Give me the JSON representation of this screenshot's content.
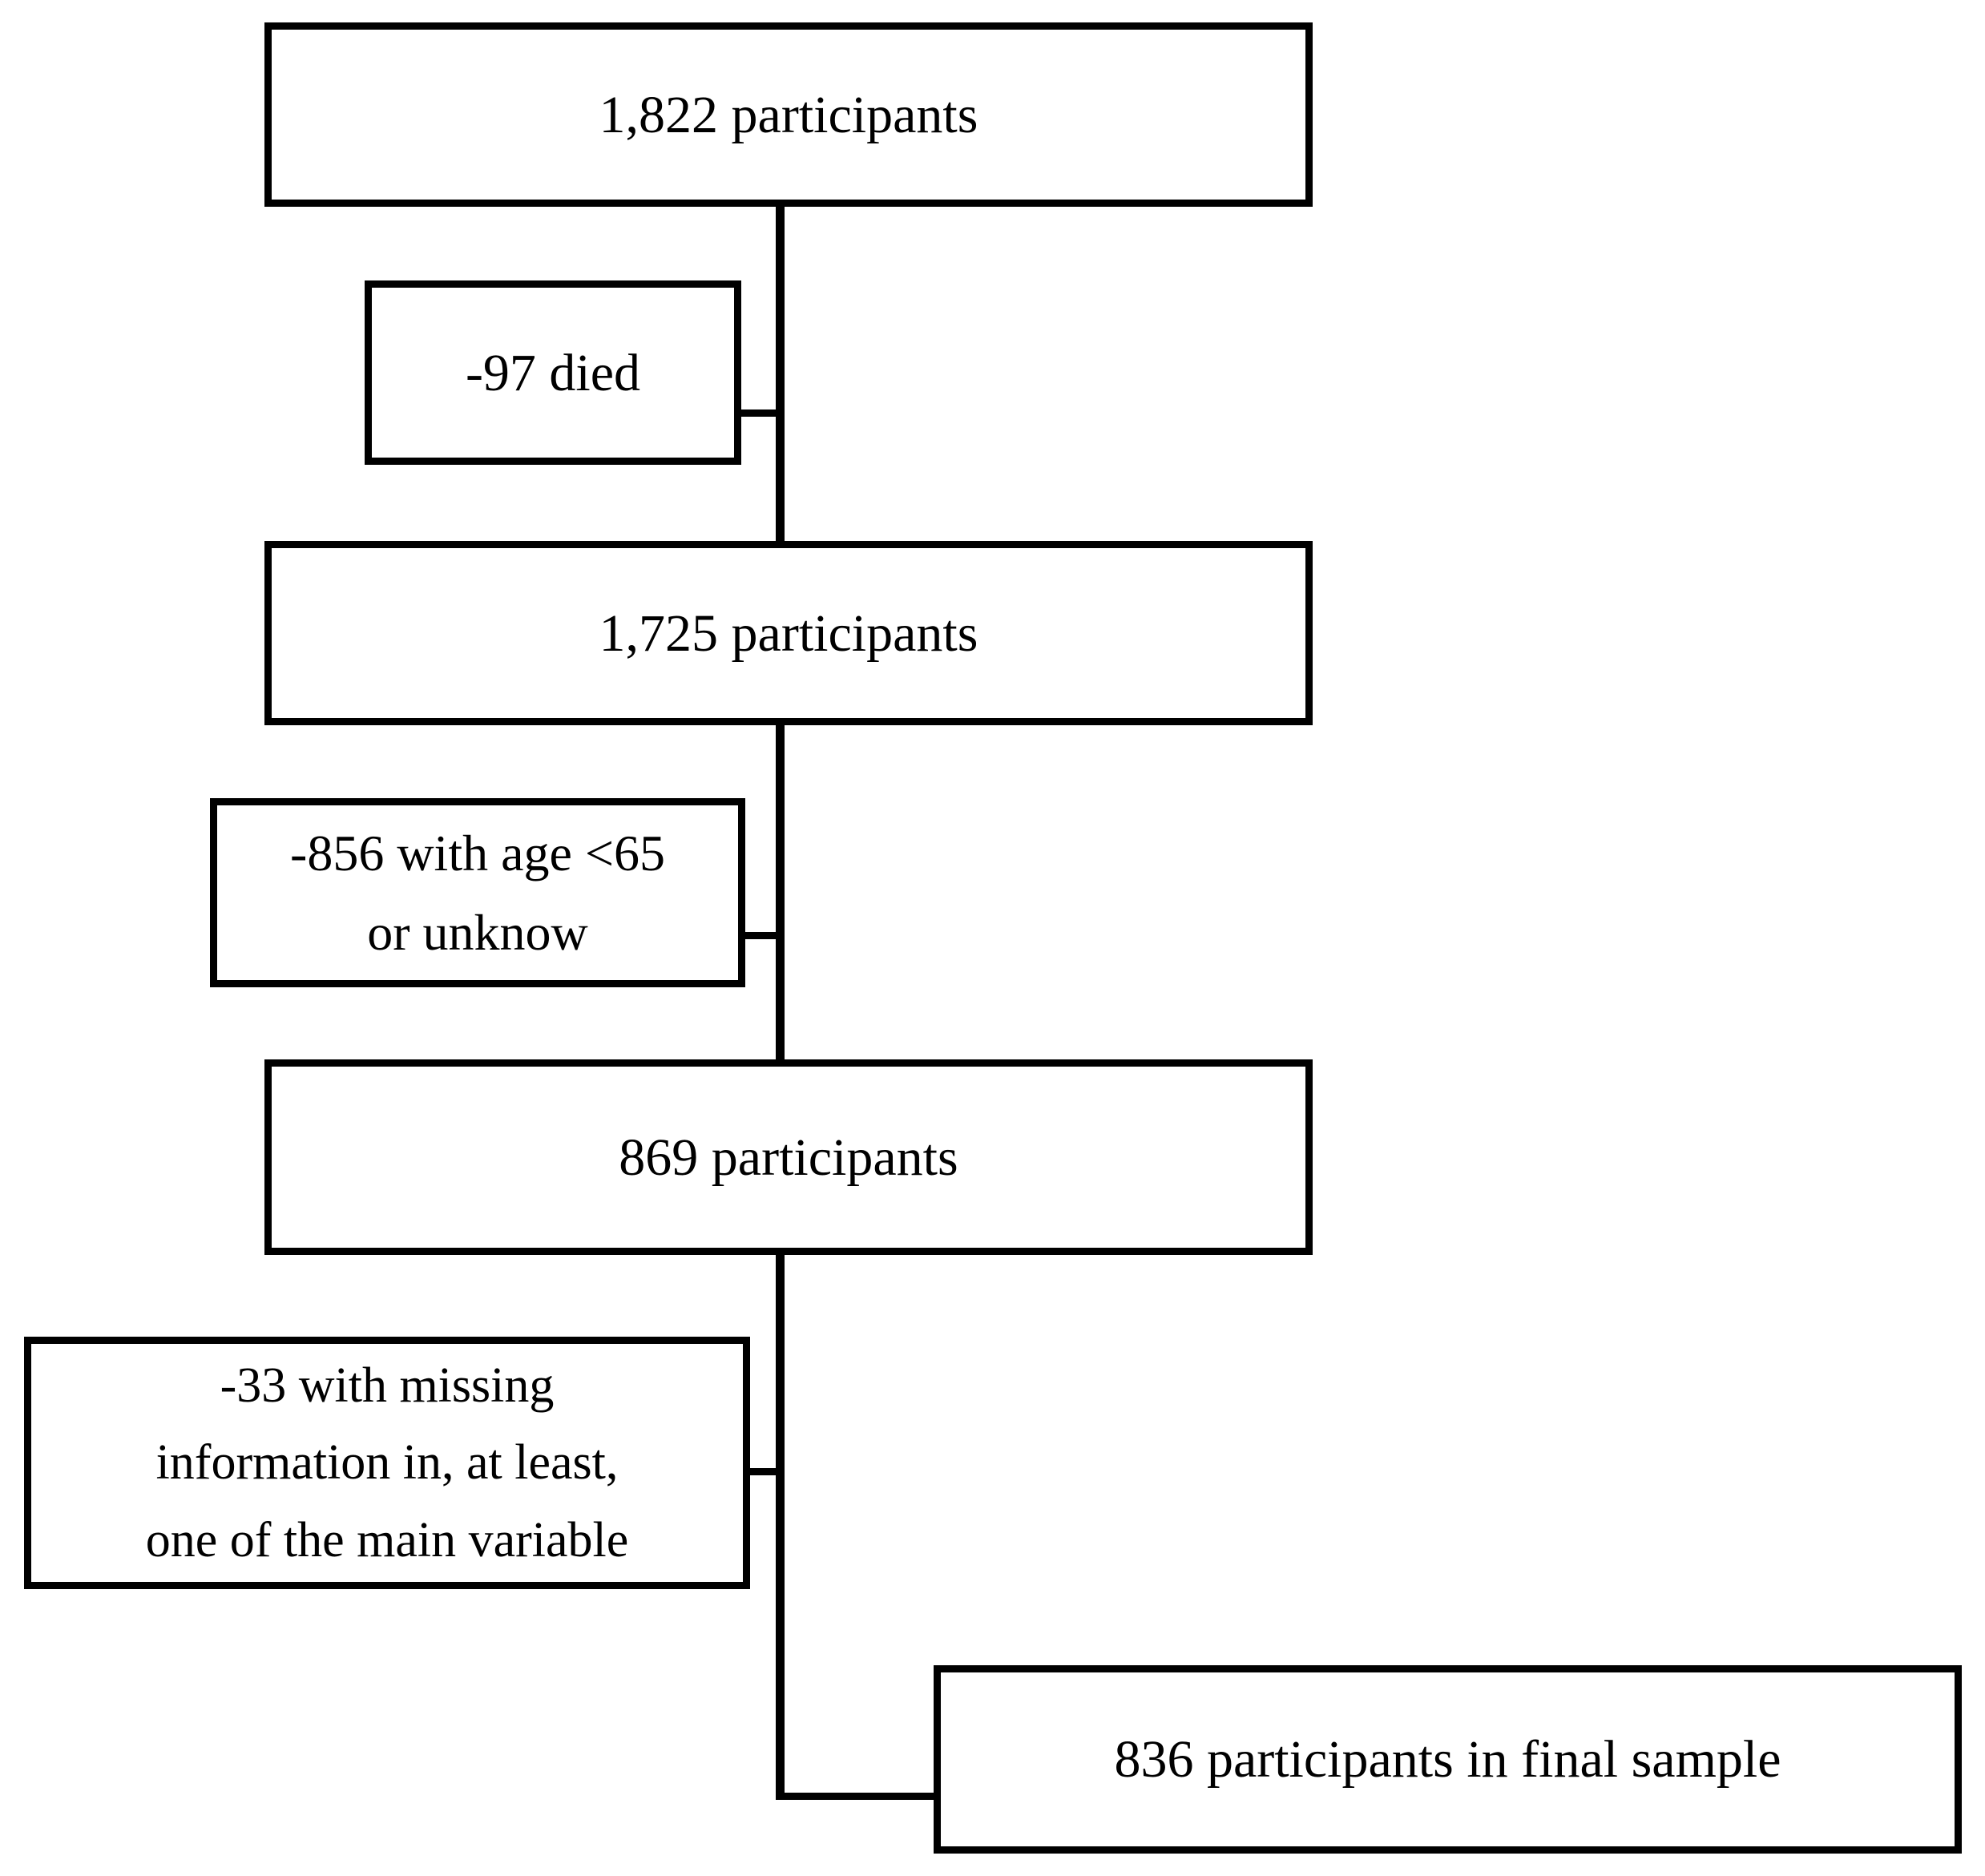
{
  "flowchart": {
    "background_color": "#ffffff",
    "line_color": "#000000",
    "text_color": "#000000",
    "steps": [
      {
        "label": "1,822 participants"
      },
      {
        "label": "1,725 participants"
      },
      {
        "label": "869 participants"
      },
      {
        "label": "836 participants in final sample"
      }
    ],
    "exclusions": [
      {
        "label": "-97 died",
        "lines": [
          "-97 died"
        ]
      },
      {
        "label": "-856 with age <65 or unknow",
        "lines": [
          "-856 with age <65",
          "or unknow"
        ]
      },
      {
        "label": "-33 with missing information in, at least, one of the main variable",
        "lines": [
          "-33 with missing",
          "information in, at least,",
          "one of the main variable"
        ]
      }
    ]
  }
}
